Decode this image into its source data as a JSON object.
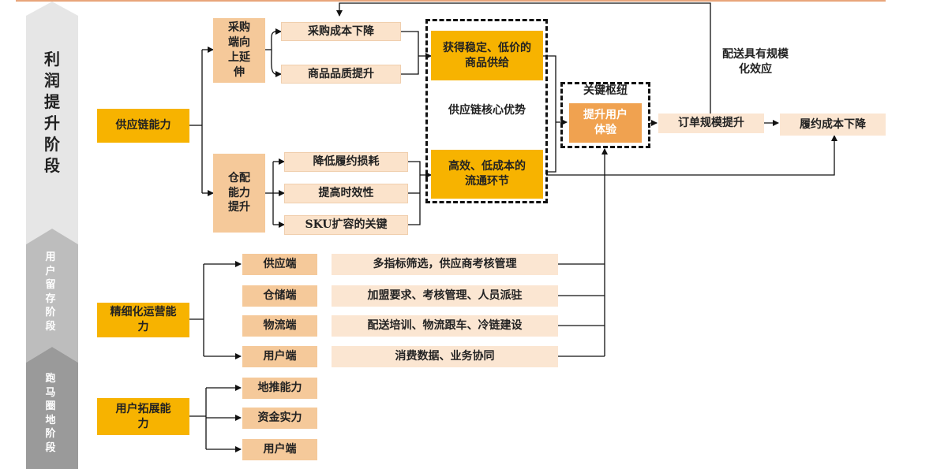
{
  "stages": {
    "profit": "利润提升阶段",
    "retention": "用户留存阶段",
    "land": "跑马圈地阶段"
  },
  "capabilities": {
    "supply_chain": "供应链能力",
    "refined_ops": "精细化运营能力",
    "user_expansion": "用户拓展能力"
  },
  "supply_chain": {
    "procurement": "采购端向上延伸",
    "procurement_cost": "采购成本下降",
    "product_quality": "商品品质提升",
    "warehouse": "仓配能力提升",
    "reduce_loss": "降低履约损耗",
    "timeliness": "提高时效性",
    "sku_key": "SKU扩容的关键",
    "stable_supply": "获得稳定、低价的商品供给",
    "efficient_flow": "高效、低成本的流通环节",
    "core_advantage": "供应链核心优势",
    "key_hub": "关键枢纽",
    "user_experience": "提升用户体验",
    "order_scale": "订单规模提升",
    "fulfillment_cost": "履约成本下降",
    "delivery_scale": "配送具有规模化效应"
  },
  "refined_ops": {
    "rows": [
      {
        "end": "供应端",
        "desc": "多指标筛选，供应商考核管理"
      },
      {
        "end": "仓储端",
        "desc": "加盟要求、考核管理、人员派驻"
      },
      {
        "end": "物流端",
        "desc": "配送培训、物流跟车、冷链建设"
      },
      {
        "end": "用户端",
        "desc": "消费数据、业务协同"
      }
    ]
  },
  "user_expansion": {
    "items": [
      "地推能力",
      "资金实力",
      "用户端"
    ]
  },
  "colors": {
    "gold": "#f7b300",
    "tan": "#f5c99a",
    "pale": "#fbe3cb",
    "orange": "#f0a250",
    "stage_light": "#d6d6d6",
    "stage_mid": "#b4b4b4",
    "stage_dark": "#8f8f8f"
  }
}
